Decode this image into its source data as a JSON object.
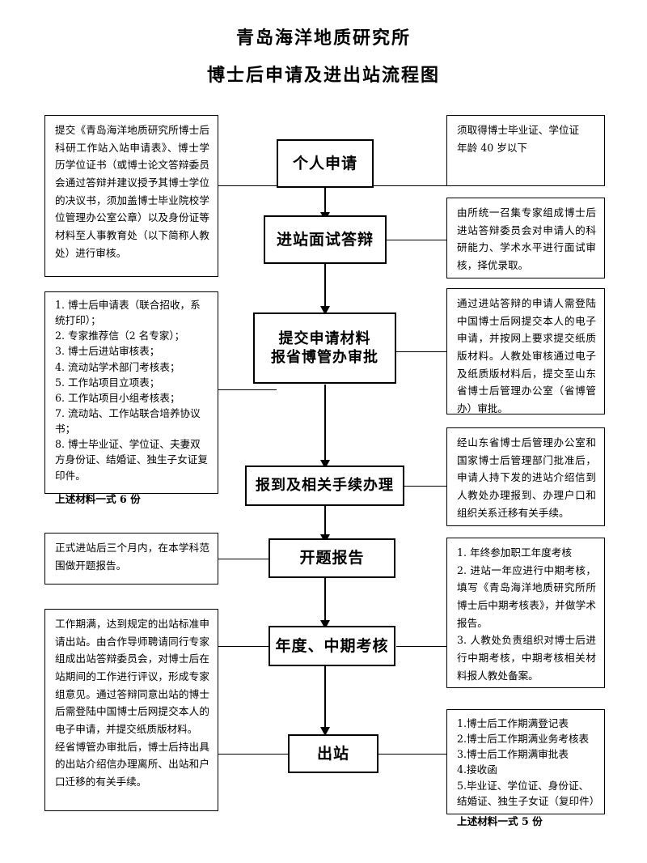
{
  "title": {
    "line1": "青岛海洋地质研究所",
    "line2": "博士后申请及进出站流程图"
  },
  "nodes": [
    {
      "id": "node-personal-application",
      "label": "个人申请"
    },
    {
      "id": "node-entry-interview-defense",
      "label": "进站面试答辩"
    },
    {
      "id": "node-submit-materials",
      "label_line1": "提交申请材料",
      "label_line2": "报省博管办审批"
    },
    {
      "id": "node-registration-procedures",
      "label": "报到及相关手续办理"
    },
    {
      "id": "node-opening-report",
      "label": "开题报告"
    },
    {
      "id": "node-annual-midterm-review",
      "label": "年度、中期考核"
    },
    {
      "id": "node-exit-station",
      "label": "出站"
    }
  ],
  "left_boxes": [
    {
      "id": "left-box-application-materials",
      "text": "提交《青岛海洋地质研究所博士后科研工作站入站申请表》、博士学历学位证书（或博士论文答辩委员会通过答辩并建议授予其博士学位的决议书，须加盖博士毕业院校学位管理办公室公章）以及身份证等材料至人事教育处（以下简称人教处）进行审核。"
    },
    {
      "id": "left-box-required-documents",
      "items": [
        "1. 博士后申请表（联合招收，系统打印）；",
        "2. 专家推荐信（2 名专家）；",
        "3. 博士后进站审核表；",
        "4. 流动站学术部门考核表；",
        "5. 工作站项目立项表；",
        "6. 工作站项目小组考核表；",
        "7. 流动站、工作站联合培养协议书；",
        "8. 博士毕业证、学位证、夫妻双方身份证、结婚证、独生子女证复印件。"
      ],
      "note": "上述材料一式 6 份"
    },
    {
      "id": "left-box-opening-report-rule",
      "text": "正式进站后三个月内，在本学科范围做开题报告。"
    },
    {
      "id": "left-box-exit-procedure",
      "paragraph1": "工作期满，达到规定的出站标准申请出站。由合作导师聘请同行专家组成出站答辩委员会，对博士后在站期间的工作进行评议，形成专家组意见。通过答辩同意出站的博士后需登陆中国博士后网提交本人的电子申请，并提交纸质版材料。",
      "paragraph2": "经省博管办审批后，博士后持出具的出站介绍信办理离所、出站和户口迁移的有关手续。"
    }
  ],
  "right_boxes": [
    {
      "id": "right-box-eligibility",
      "line1": "须取得博士毕业证、学位证",
      "line2": "年龄 40 岁以下"
    },
    {
      "id": "right-box-interview-committee",
      "text": "由所统一召集专家组成博士后进站答辩委员会对申请人的科研能力、学术水平进行面试审核，择优录取。"
    },
    {
      "id": "right-box-online-submission",
      "text": "通过进站答辩的申请人需登陆中国博士后网提交本人的电子申请，并按网上要求提交纸质版材料。人教处审核通过电子及纸质版材料后，提交至山东省博士后管理办公室（省博管办）审批。"
    },
    {
      "id": "right-box-approval-registration",
      "text": "经山东省博士后管理办公室和国家博士后管理部门批准后，申请人持下发的进站介绍信到人教处办理报到、办理户口和组织关系迁移有关手续。"
    },
    {
      "id": "right-box-review-requirements",
      "items": [
        "1.  年终参加职工年度考核",
        "2.  进站一年应进行中期考核，填写《青岛海洋地质研究所所博士后中期考核表》，并做学术报告。",
        "3.  人教处负责组织对博士后进行中期考核，中期考核相关材料报人教处备案。"
      ]
    },
    {
      "id": "right-box-exit-materials",
      "items": [
        "1.博士后工作期满登记表",
        "2.博士后工作期满业务考核表",
        "3.博士后工作期满审批表",
        "4.接收函",
        "5.毕业证、学位证、身份证、结婚证、独生子女证（复印件）"
      ],
      "note": "上述材料一式 5 份"
    }
  ]
}
